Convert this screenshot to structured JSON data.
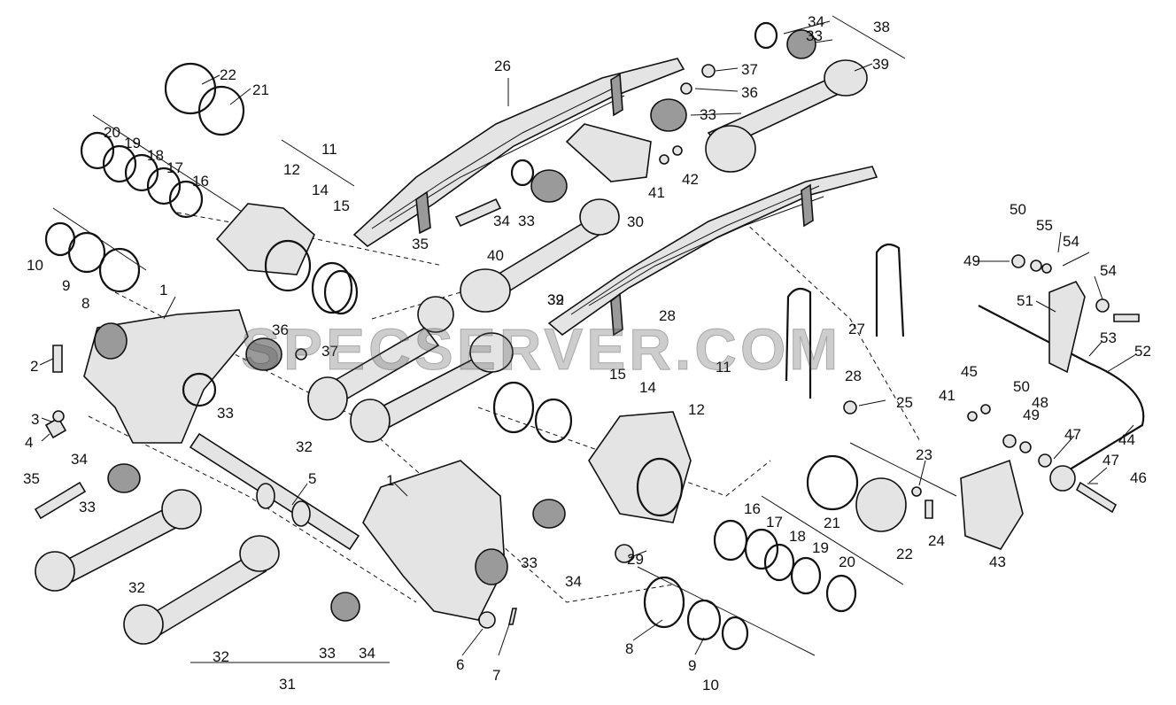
{
  "watermark": "SPECSERVER.COM",
  "labels": [
    "1",
    "1",
    "2",
    "3",
    "4",
    "5",
    "6",
    "7",
    "8",
    "8",
    "9",
    "9",
    "10",
    "10",
    "11",
    "11",
    "12",
    "12",
    "14",
    "14",
    "15",
    "15",
    "16",
    "16",
    "17",
    "17",
    "18",
    "18",
    "19",
    "19",
    "20",
    "20",
    "21",
    "21",
    "22",
    "22",
    "23",
    "24",
    "25",
    "26",
    "27",
    "28",
    "28",
    "29",
    "30",
    "31",
    "32",
    "32",
    "32",
    "32",
    "33",
    "33",
    "33",
    "33",
    "33",
    "33",
    "33",
    "34",
    "34",
    "34",
    "34",
    "34",
    "35",
    "35",
    "36",
    "36",
    "37",
    "37",
    "38",
    "39",
    "39",
    "40",
    "41",
    "41",
    "42",
    "43",
    "44",
    "45",
    "46",
    "47",
    "47",
    "48",
    "49",
    "49",
    "50",
    "50",
    "51",
    "52",
    "53",
    "54",
    "54",
    "55"
  ],
  "colors": {
    "ink": "#111111",
    "paper": "#ffffff",
    "fill": "#e4e4e4",
    "shade": "#9a9a9a"
  }
}
